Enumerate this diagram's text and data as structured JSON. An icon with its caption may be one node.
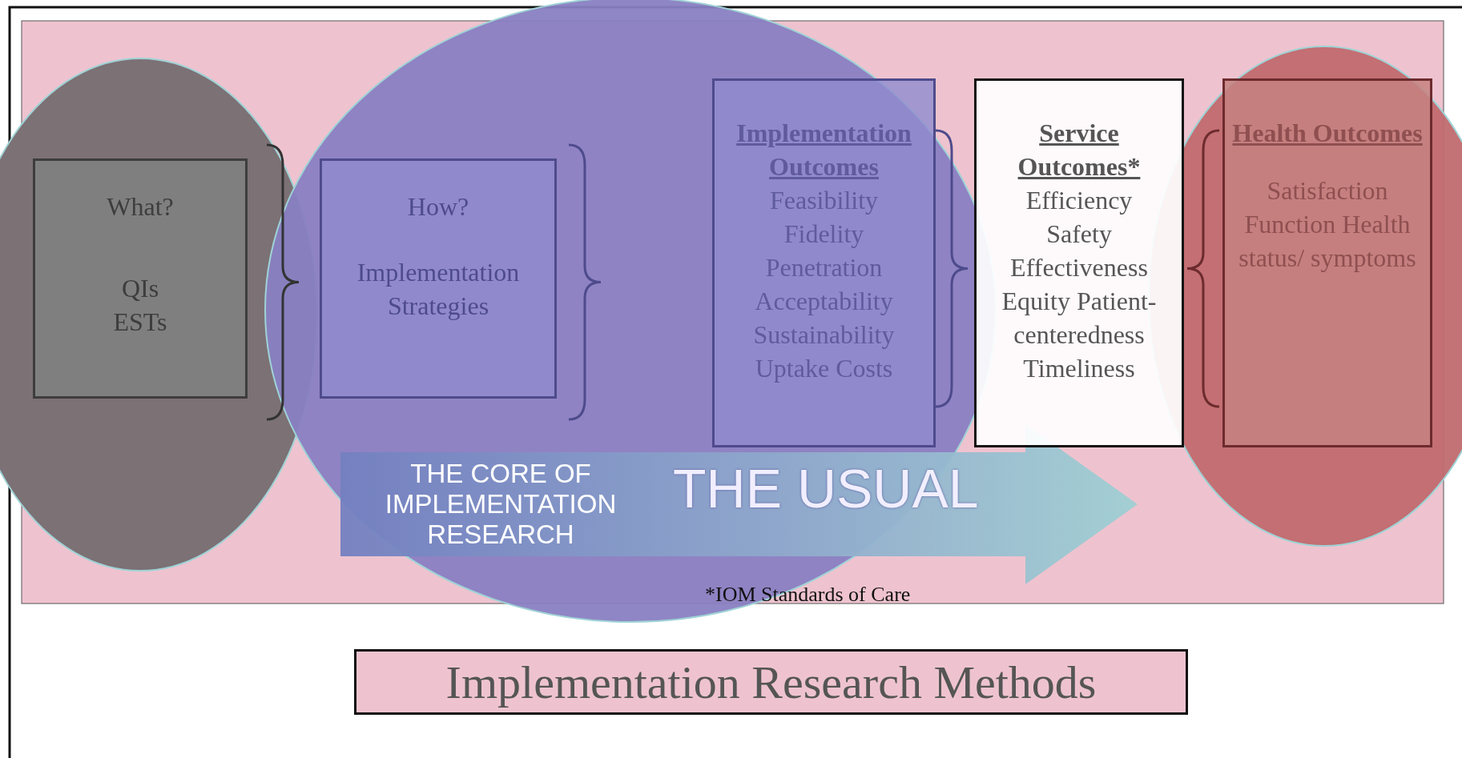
{
  "diagram": {
    "nodes": [
      {
        "text": [
          "What?",
          "QIs ESTs"
        ]
      },
      {
        "text": [
          "How?",
          "Implementation Strategies"
        ]
      },
      {
        "text": [
          "Implementation Outcomes",
          "Feasibility Fidelity Penetration Acceptability Sustainability Uptake Costs"
        ]
      },
      {
        "text": [
          "Service Outcomes*",
          "Efficiency Safety Effectiveness Equity Patient-centeredness Timeliness"
        ]
      },
      {
        "text": [
          "Health Outcomes",
          "Satisfaction Function Health status/ symptoms"
        ]
      },
      {
        "text": [
          "THE CORE OF IMPLEMENTATION RESEARCH"
        ]
      },
      {
        "text": [
          "Implementation Research Methods"
        ]
      }
    ],
    "labels": [
      "THE USUAL",
      "*IOM Standards of Care"
    ]
  }
}
